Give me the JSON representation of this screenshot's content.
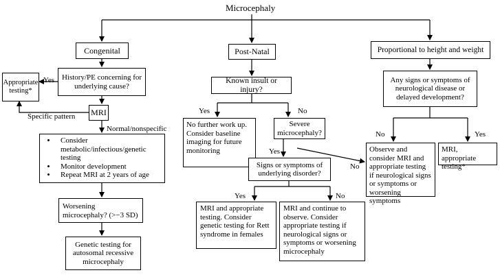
{
  "title": "Microcephaly",
  "nodes": {
    "congenital": "Congenital",
    "post_natal": "Post-Natal",
    "proportional": "Proportional to height and weight",
    "history_pe": "History/PE concerning for underlying cause?",
    "appropriate_testing_left": "Appropriate testing*",
    "mri": "MRI",
    "considerations": [
      "Consider metabolic/infectious/genetic testing",
      "Monitor development",
      "Repeat MRI at 2 years of age"
    ],
    "worsening": "Worsening microcephaly? (>−3 SD)",
    "genetic_testing": "Genetic testing for autosomal recessive microcephaly",
    "known_insult": "Known insult or injury?",
    "no_further": "No further work up. Consider baseline imaging for future monitoring",
    "severe": "Severe microcephaly?",
    "signs_underlying": "Signs or symptoms of underlying disorder?",
    "mri_rett": "MRI and appropriate testing. Consider genetic testing for Rett syndrome in females",
    "mri_observe": "MRI and continue to observe. Consider appropriate testing if neurological signs or symptoms or worsening microcephaly",
    "any_signs": "Any signs or symptoms of neurological disease or delayed development?",
    "observe_consider": "Observe and consider MRI and appropriate testing if neurological signs or symptoms or worsening symptoms",
    "mri_appropriate": "MRI, appropriate testing*"
  },
  "edge_labels": {
    "yes_history": "Yes",
    "specific_pattern": "Specific pattern",
    "normal_nonspecific": "Normal/nonspecific",
    "yes_insult": "Yes",
    "no_insult": "No",
    "yes_severe": "Yes",
    "no_severe": "No",
    "yes_signs": "Yes",
    "no_signs": "No",
    "no_any": "No",
    "yes_any": "Yes"
  }
}
